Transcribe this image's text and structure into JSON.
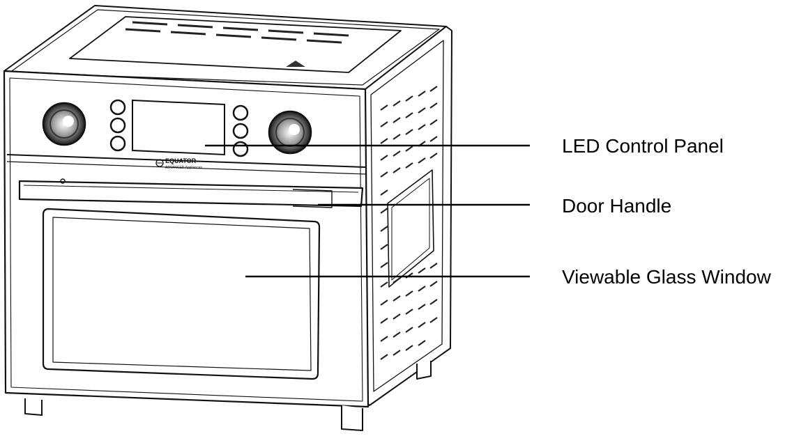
{
  "brand": {
    "name": "EQUATOR",
    "tagline": "ADVANCED Appliances"
  },
  "callouts": {
    "led_control_panel": "LED Control Panel",
    "door_handle": "Door Handle",
    "viewable_glass_window": "Viewable Glass Window"
  },
  "colors": {
    "line": "#111111",
    "background": "#ffffff",
    "text": "#000000"
  }
}
